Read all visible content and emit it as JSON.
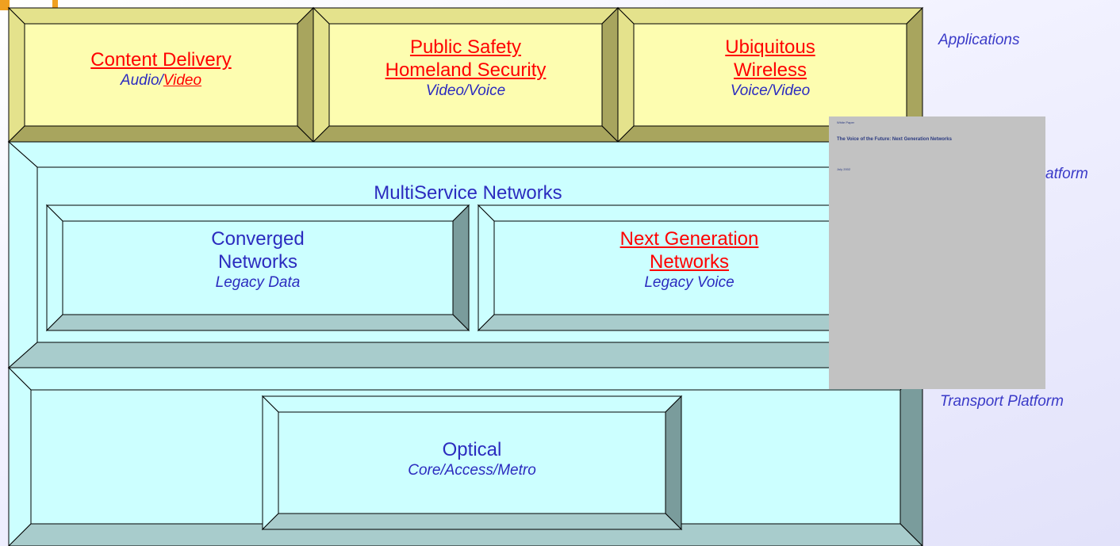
{
  "applications": [
    {
      "title_lines": [
        "Content Delivery"
      ],
      "sub_plain": "Audio/",
      "sub_link": "Video"
    },
    {
      "title_lines": [
        "Public Safety",
        "Homeland Security"
      ],
      "sub": "Video/Voice"
    },
    {
      "title_lines": [
        "Ubiquitous",
        "Wireless"
      ],
      "sub": "Voice/Video"
    }
  ],
  "multiservice": {
    "title": "MultiService Networks",
    "converged": {
      "line1": "Converged",
      "line2": "Networks",
      "sub": "Legacy Data"
    },
    "nextgen": {
      "line1": "Next Generation",
      "line2": "Networks",
      "sub": "Legacy Voice"
    }
  },
  "optical": {
    "title": "Optical",
    "sub": "Core/Access/Metro"
  },
  "side_labels": {
    "applications": "Applications",
    "platform": "atform",
    "transport": "Transport Platform"
  },
  "white_paper": {
    "label": "White Paper",
    "title": "The Voice of the Future: Next Generation Networks",
    "date": "July 2002"
  },
  "colors": {
    "app_face": "#fdfdb0",
    "app_bevel_dark": "#a8a55e",
    "app_bevel_light": "#e4e28c",
    "net_face": "#ccffff",
    "net_bevel_dark": "#7a9c9c",
    "net_bevel_mid": "#a8cccc",
    "link_red": "#ff0000",
    "text_blue": "#2b2bbf"
  }
}
